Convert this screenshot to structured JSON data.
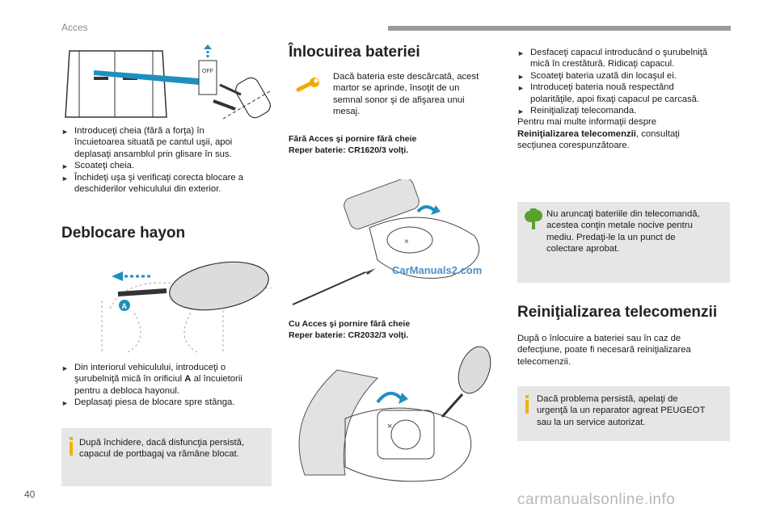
{
  "header": {
    "section": "Acces"
  },
  "page_number": "40",
  "watermark": "carmanualsonline.info",
  "left_col": {
    "steps_top": [
      "Introduceţi cheia (fără a forţa) în",
      "încuietoarea situată pe cantul uşii, apoi",
      "deplasaţi ansamblul prin glisare în sus.",
      "Scoateţi cheia.",
      "Închideţi uşa şi verificaţi corecta blocare a",
      "deschiderilor vehiculului din exterior."
    ],
    "hayon_title": "Deblocare hayon",
    "fig_label_a": "A",
    "hayon_steps": [
      "Din interiorul vehiculului, introduceţi o",
      "şurubelniţă mică în orificiul",
      "A",
      "al încuietorii",
      "pentru a debloca hayonul.",
      "Deplasaţi piesa de blocare spre stânga."
    ],
    "info_box": [
      "După închidere, dacă disfuncţia persistă,",
      "capacul de portbagaj va rămâne blocat."
    ],
    "off_label": "OFF"
  },
  "mid_col": {
    "title": "Înlocuirea bateriei",
    "warning": [
      "Dacă bateria este descărcată, acest",
      "martor se aprinde, însoţit de un",
      "semnal sonor şi de afişarea unui",
      "mesaj."
    ],
    "no_keyless_line1": "Fără Acces şi pornire fără cheie",
    "no_keyless_line2": "Reper baterie: CR1620/3 volţi.",
    "fig_watermark": "CarManuals2.com",
    "keyless_line1": "Cu Acces şi pornire fără cheie",
    "keyless_line2": "Reper baterie: CR2032/3 volţi."
  },
  "right_col": {
    "steps": [
      "Desfaceţi capacul introducând o şurubelniţă",
      "mică în crestătură. Ridicaţi capacul.",
      "Scoateţi bateria uzată din locaşul ei.",
      "Introduceţi bateria nouă respectând",
      "polarităţile, apoi fixaţi capacul pe carcasă.",
      "Reiniţializaţi telecomanda."
    ],
    "more_info_1": "Pentru mai multe informaţii despre",
    "more_info_bold": "Reiniţializarea telecomenzii",
    "more_info_2": ", consultaţi",
    "more_info_3": "secţiunea corespunzătoare.",
    "eco_box": [
      "Nu aruncaţi bateriile din telecomandă,",
      "acestea conţin metale nocive pentru",
      "mediu. Predaţi-le la un punct de",
      "colectare aprobat."
    ],
    "reinit_title": "Reiniţializarea telecomenzii",
    "reinit_text": [
      "După o înlocuire a bateriei sau în caz de",
      "defecţiune, poate fi necesară reiniţializarea",
      "telecomenzii."
    ],
    "info_box2": [
      "Dacă problema persistă, apelaţi de",
      "urgenţă la un reparator agreat PEUGEOT",
      "sau la un service autorizat."
    ]
  },
  "colors": {
    "accent_blue": "#1f8fbf",
    "info_yellow": "#f2b200",
    "eco_green": "#5aa02c",
    "warn_orange": "#f2a900",
    "box_gray": "#e6e6e6"
  }
}
